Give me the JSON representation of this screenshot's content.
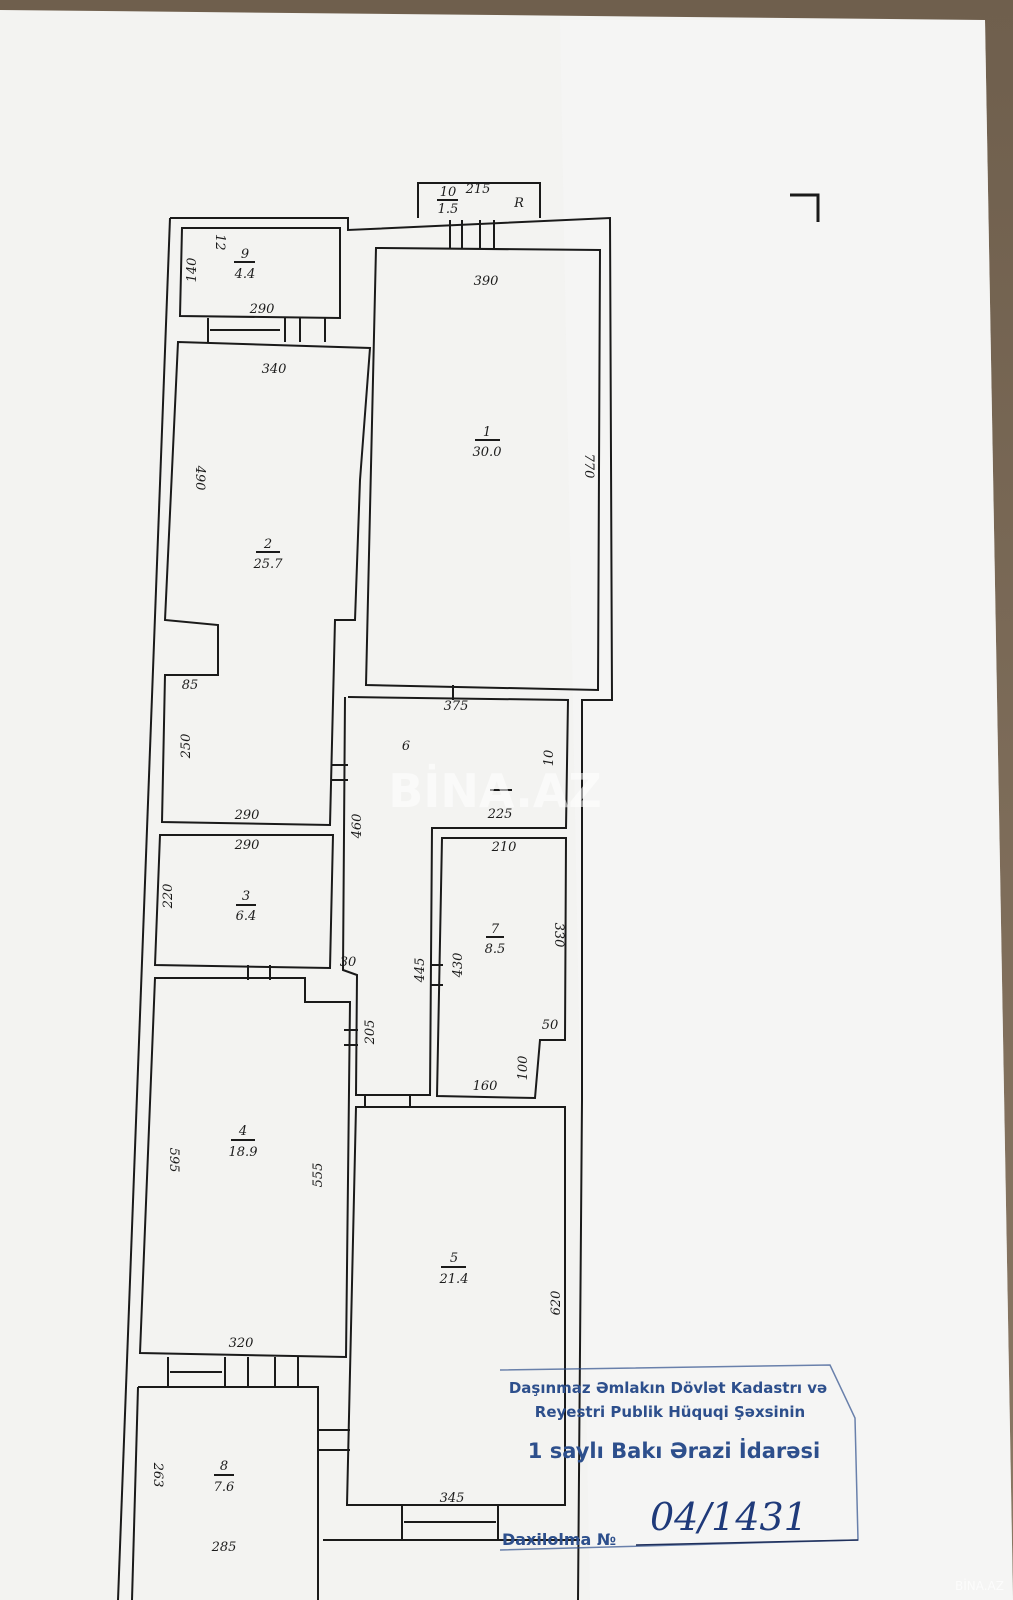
{
  "plan": {
    "rooms": [
      {
        "id": "r1",
        "number": "1",
        "area": "30.0"
      },
      {
        "id": "r2",
        "number": "2",
        "area": "25.7"
      },
      {
        "id": "r3",
        "number": "3",
        "area": "6.4"
      },
      {
        "id": "r4",
        "number": "4",
        "area": "18.9"
      },
      {
        "id": "r5",
        "number": "5",
        "area": "21.4"
      },
      {
        "id": "r6",
        "number": "6",
        "area": ""
      },
      {
        "id": "r7",
        "number": "7",
        "area": "8.5"
      },
      {
        "id": "r8",
        "number": "8",
        "area": "7.6"
      },
      {
        "id": "r9",
        "number": "9",
        "area": "4.4"
      },
      {
        "id": "r10",
        "number": "10",
        "area": "1.5"
      }
    ],
    "dimensions": [
      "215",
      "12",
      "140",
      "290",
      "390",
      "340",
      "770",
      "490",
      "85",
      "250",
      "290",
      "375",
      "10",
      "225",
      "290",
      "460",
      "210",
      "220",
      "330",
      "445",
      "430",
      "30",
      "50",
      "205",
      "100",
      "160",
      "595",
      "555",
      "620",
      "320",
      "263",
      "345",
      "285"
    ],
    "balcony_mark": "R"
  },
  "watermark": "BİNA.AZ",
  "corner_watermark": "BİNA.AZ",
  "stamp": {
    "line1": "Daşınmaz Əmlakın Dövlət Kadastrı və",
    "line2": "Reyestri Publik Hüquqi Şəxsinin",
    "line3": "1 saylı Bakı Ərazi İdarəsi",
    "reg_label": "Daxilolma №",
    "reg_number": "04/1431"
  },
  "colors": {
    "paper": "#f4f4f2",
    "lines": "#1a1a1a",
    "stamp": "#2d4f8c",
    "ink": "#1f3a7a"
  }
}
